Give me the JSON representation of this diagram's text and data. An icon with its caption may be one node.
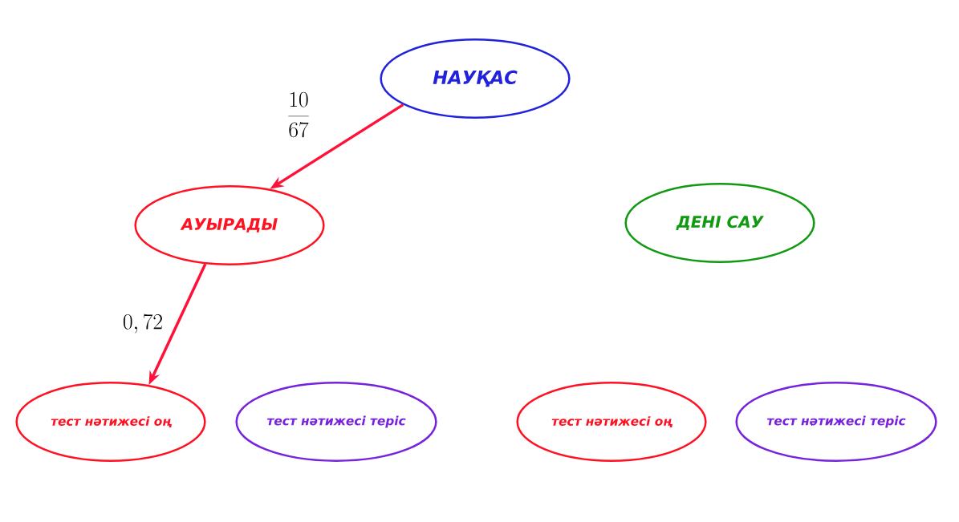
{
  "diagram": {
    "nodes": [
      {
        "text": [
          "НАУҚАС"
        ]
      },
      {
        "text": [
          "АУЫРАДЫ"
        ]
      },
      {
        "text": [
          "ДЕНІ САУ"
        ]
      },
      {
        "text": [
          "тест нәтижесі оң"
        ]
      },
      {
        "text": [
          "тест нәтижесі теріс"
        ]
      },
      {
        "text": [
          "тест нәтижесі оң"
        ]
      },
      {
        "text": [
          "тест нәтижесі теріс"
        ]
      }
    ],
    "edges": [
      {
        "from": 0,
        "to": 1,
        "arrow": "to",
        "label": "\\frac{10}{67}"
      },
      {
        "from": 1,
        "to": 3,
        "arrow": "to",
        "label": "0,72"
      }
    ]
  }
}
